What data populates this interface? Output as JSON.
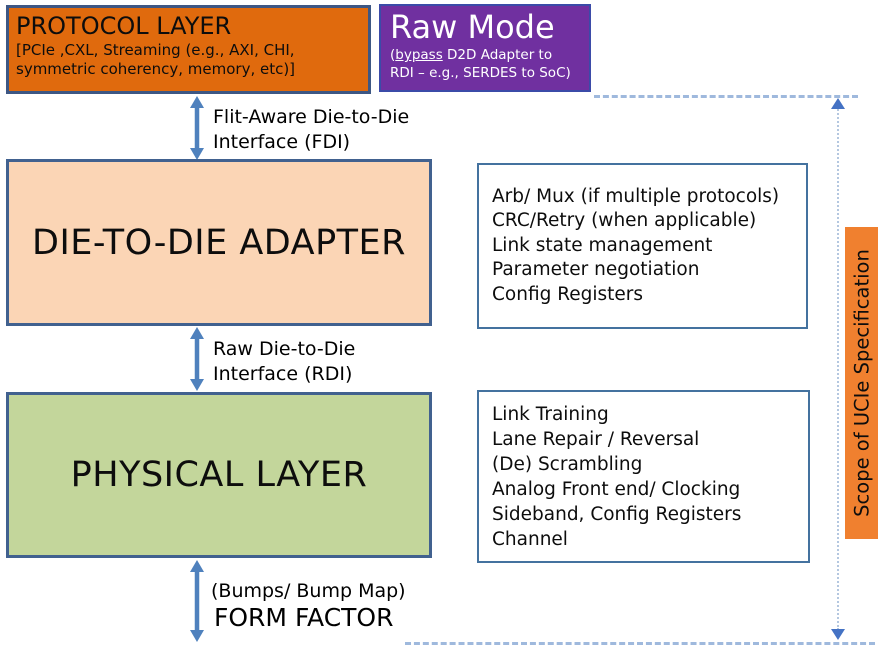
{
  "protocol_layer": {
    "title": "PROTOCOL LAYER",
    "subtitle_line1": "[PCIe ,CXL, Streaming (e.g., AXI, CHI,",
    "subtitle_line2": "symmetric coherency, memory, etc)]"
  },
  "raw_mode": {
    "title": "Raw Mode",
    "note_prefix": "(",
    "note_underlined": "bypass",
    "note_line1_rest": " D2D Adapter to",
    "note_line2": "RDI – e.g., SERDES to SoC)"
  },
  "fdi_label": {
    "line1": "Flit-Aware Die-to-Die",
    "line2": "Interface (FDI)"
  },
  "d2d_adapter": {
    "title": "DIE-TO-DIE ADAPTER"
  },
  "adapter_features": {
    "items": [
      "Arb/ Mux (if multiple protocols)",
      "CRC/Retry (when applicable)",
      "Link state management",
      "Parameter negotiation",
      "Config Registers"
    ]
  },
  "rdi_label": {
    "line1": "Raw Die-to-Die",
    "line2": "Interface (RDI)"
  },
  "physical_layer": {
    "title": "PHYSICAL LAYER"
  },
  "phy_features": {
    "items": [
      "Link Training",
      "Lane Repair / Reversal",
      "(De) Scrambling",
      "Analog Front end/ Clocking",
      "Sideband, Config Registers",
      "Channel"
    ]
  },
  "bumps_label": "(Bumps/ Bump Map)",
  "form_factor_label": "FORM FACTOR",
  "scope_label": "Scope of UCIe Specification",
  "colors": {
    "protocol_orange": "#E06A0D",
    "scope_orange": "#F0802F",
    "raw_mode_purple": "#7030A0",
    "adapter_peach": "#FBD5B5",
    "physical_green": "#C3D69B",
    "box_border_blue": "#41618F",
    "feature_border_blue": "#44729F",
    "arrow_blue": "#4F81BD",
    "dashed_blue": "#9FB9DD",
    "arrowhead_blue": "#4472C4"
  }
}
